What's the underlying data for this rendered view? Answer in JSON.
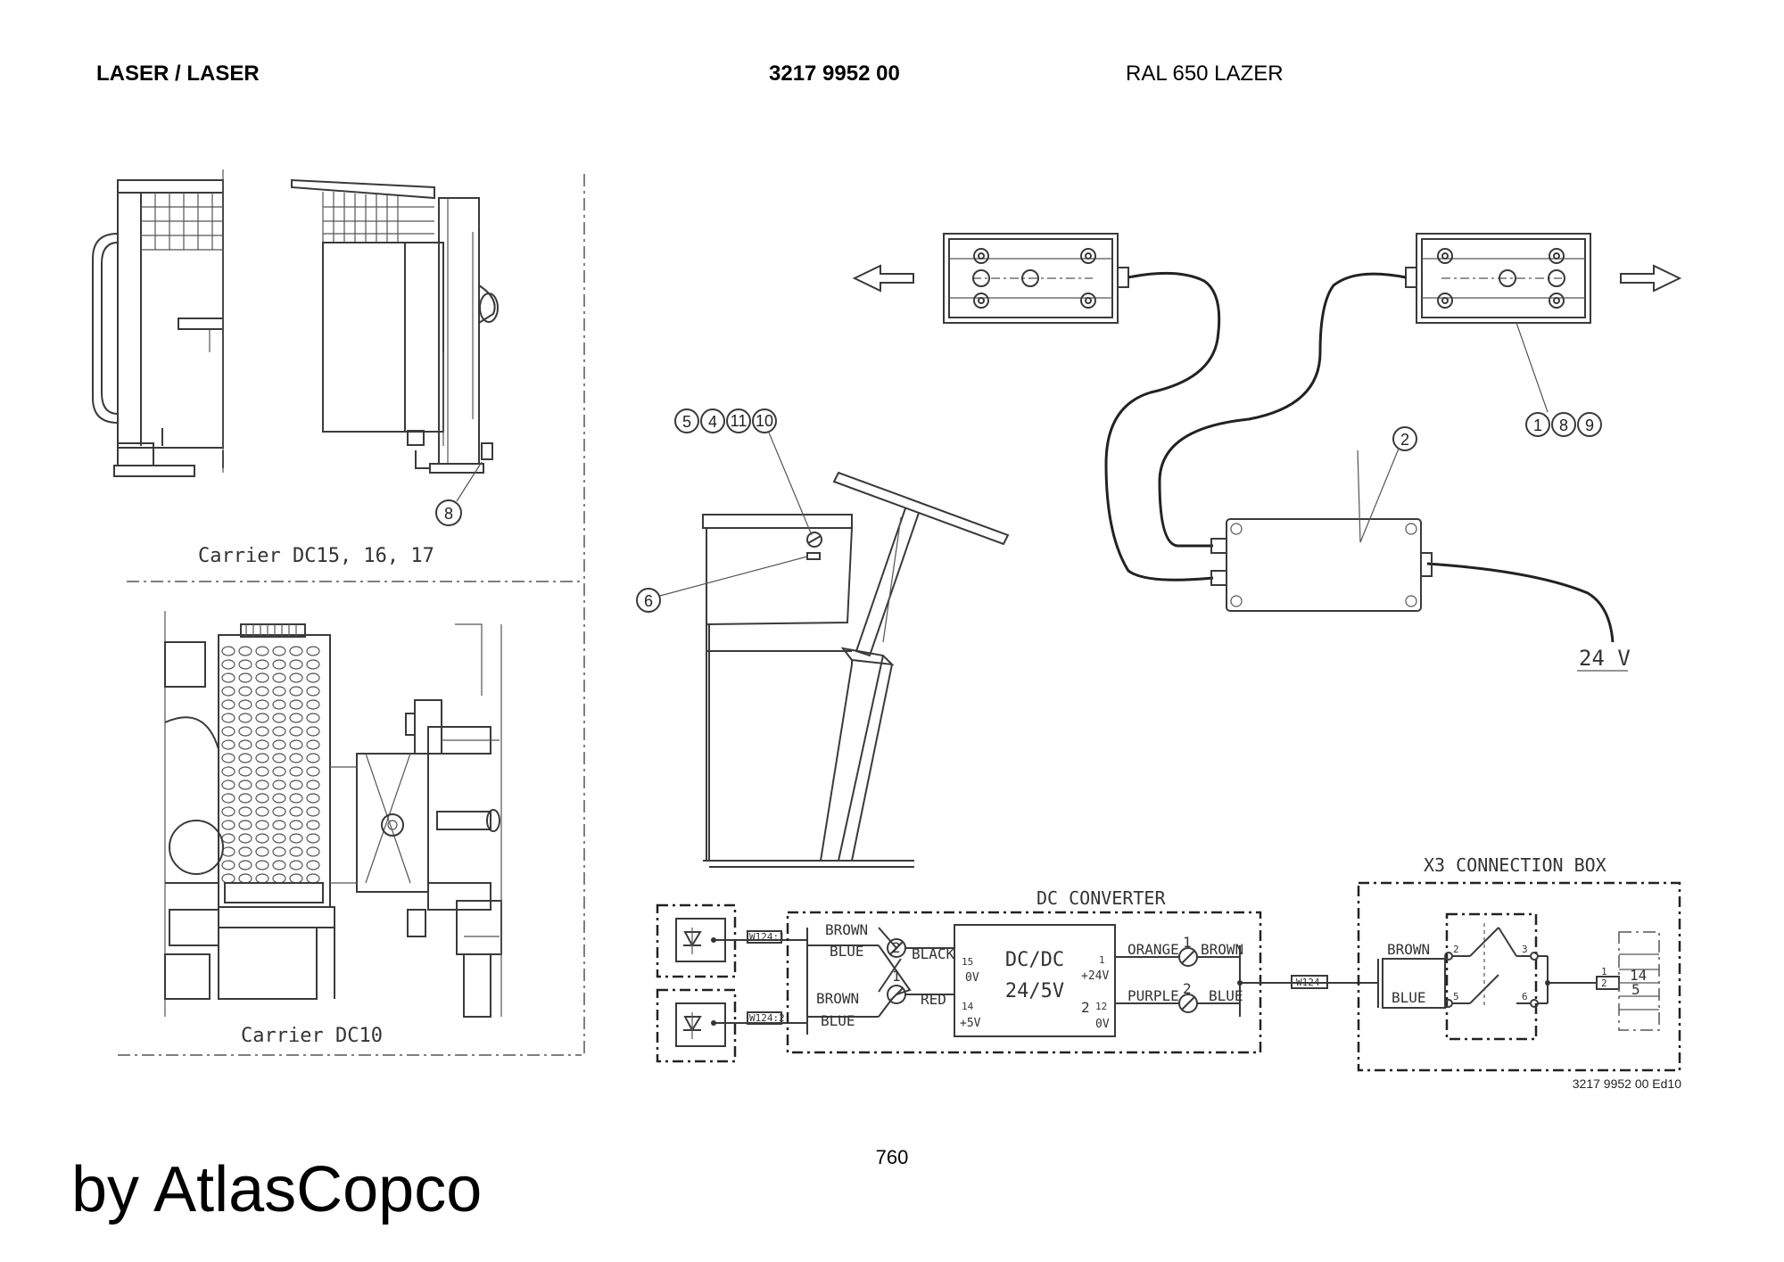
{
  "header": {
    "title": "LASER / LASER",
    "part_number": "3217 9952 00",
    "model": "RAL 650 LAZER"
  },
  "labels": {
    "carrier_a": "Carrier DC15, 16, 17",
    "carrier_b": "Carrier DC10",
    "voltage": "24 V",
    "dc_converter": "DC CONVERTER",
    "x3_box": "X3 CONNECTION BOX",
    "dcdc_line1": "DC/DC",
    "dcdc_line2": "24/5V",
    "cable_w124_1": "W124:1",
    "cable_w124_2": "W124:2",
    "cable_w124": "W124"
  },
  "wires": {
    "brown": "BROWN",
    "blue": "BLUE",
    "black": "BLACK",
    "red": "RED",
    "orange": "ORANGE",
    "purple": "PURPLE"
  },
  "pins": {
    "p15": "15",
    "p0v": "0V",
    "p14": "14",
    "p5v": "+5V",
    "p1": "1",
    "p24v": "+24V",
    "p12": "12",
    "p0v_b": "0V",
    "term_2": "2",
    "term_1": "1",
    "x3_2": "2",
    "x3_5": "5",
    "x3_3": "3",
    "x3_6": "6",
    "out_1": "1",
    "out_2": "2",
    "out_14": "14",
    "out_5": "5"
  },
  "callouts": {
    "c8": "8",
    "c5": "5",
    "c4": "4",
    "c11": "11",
    "c10": "10",
    "c6": "6",
    "c2": "2",
    "c1": "1",
    "c8b": "8",
    "c9": "9"
  },
  "footer": {
    "page_number": "760",
    "edition": "3217 9952 00 Ed10",
    "brand": "by AtlasCopco"
  }
}
